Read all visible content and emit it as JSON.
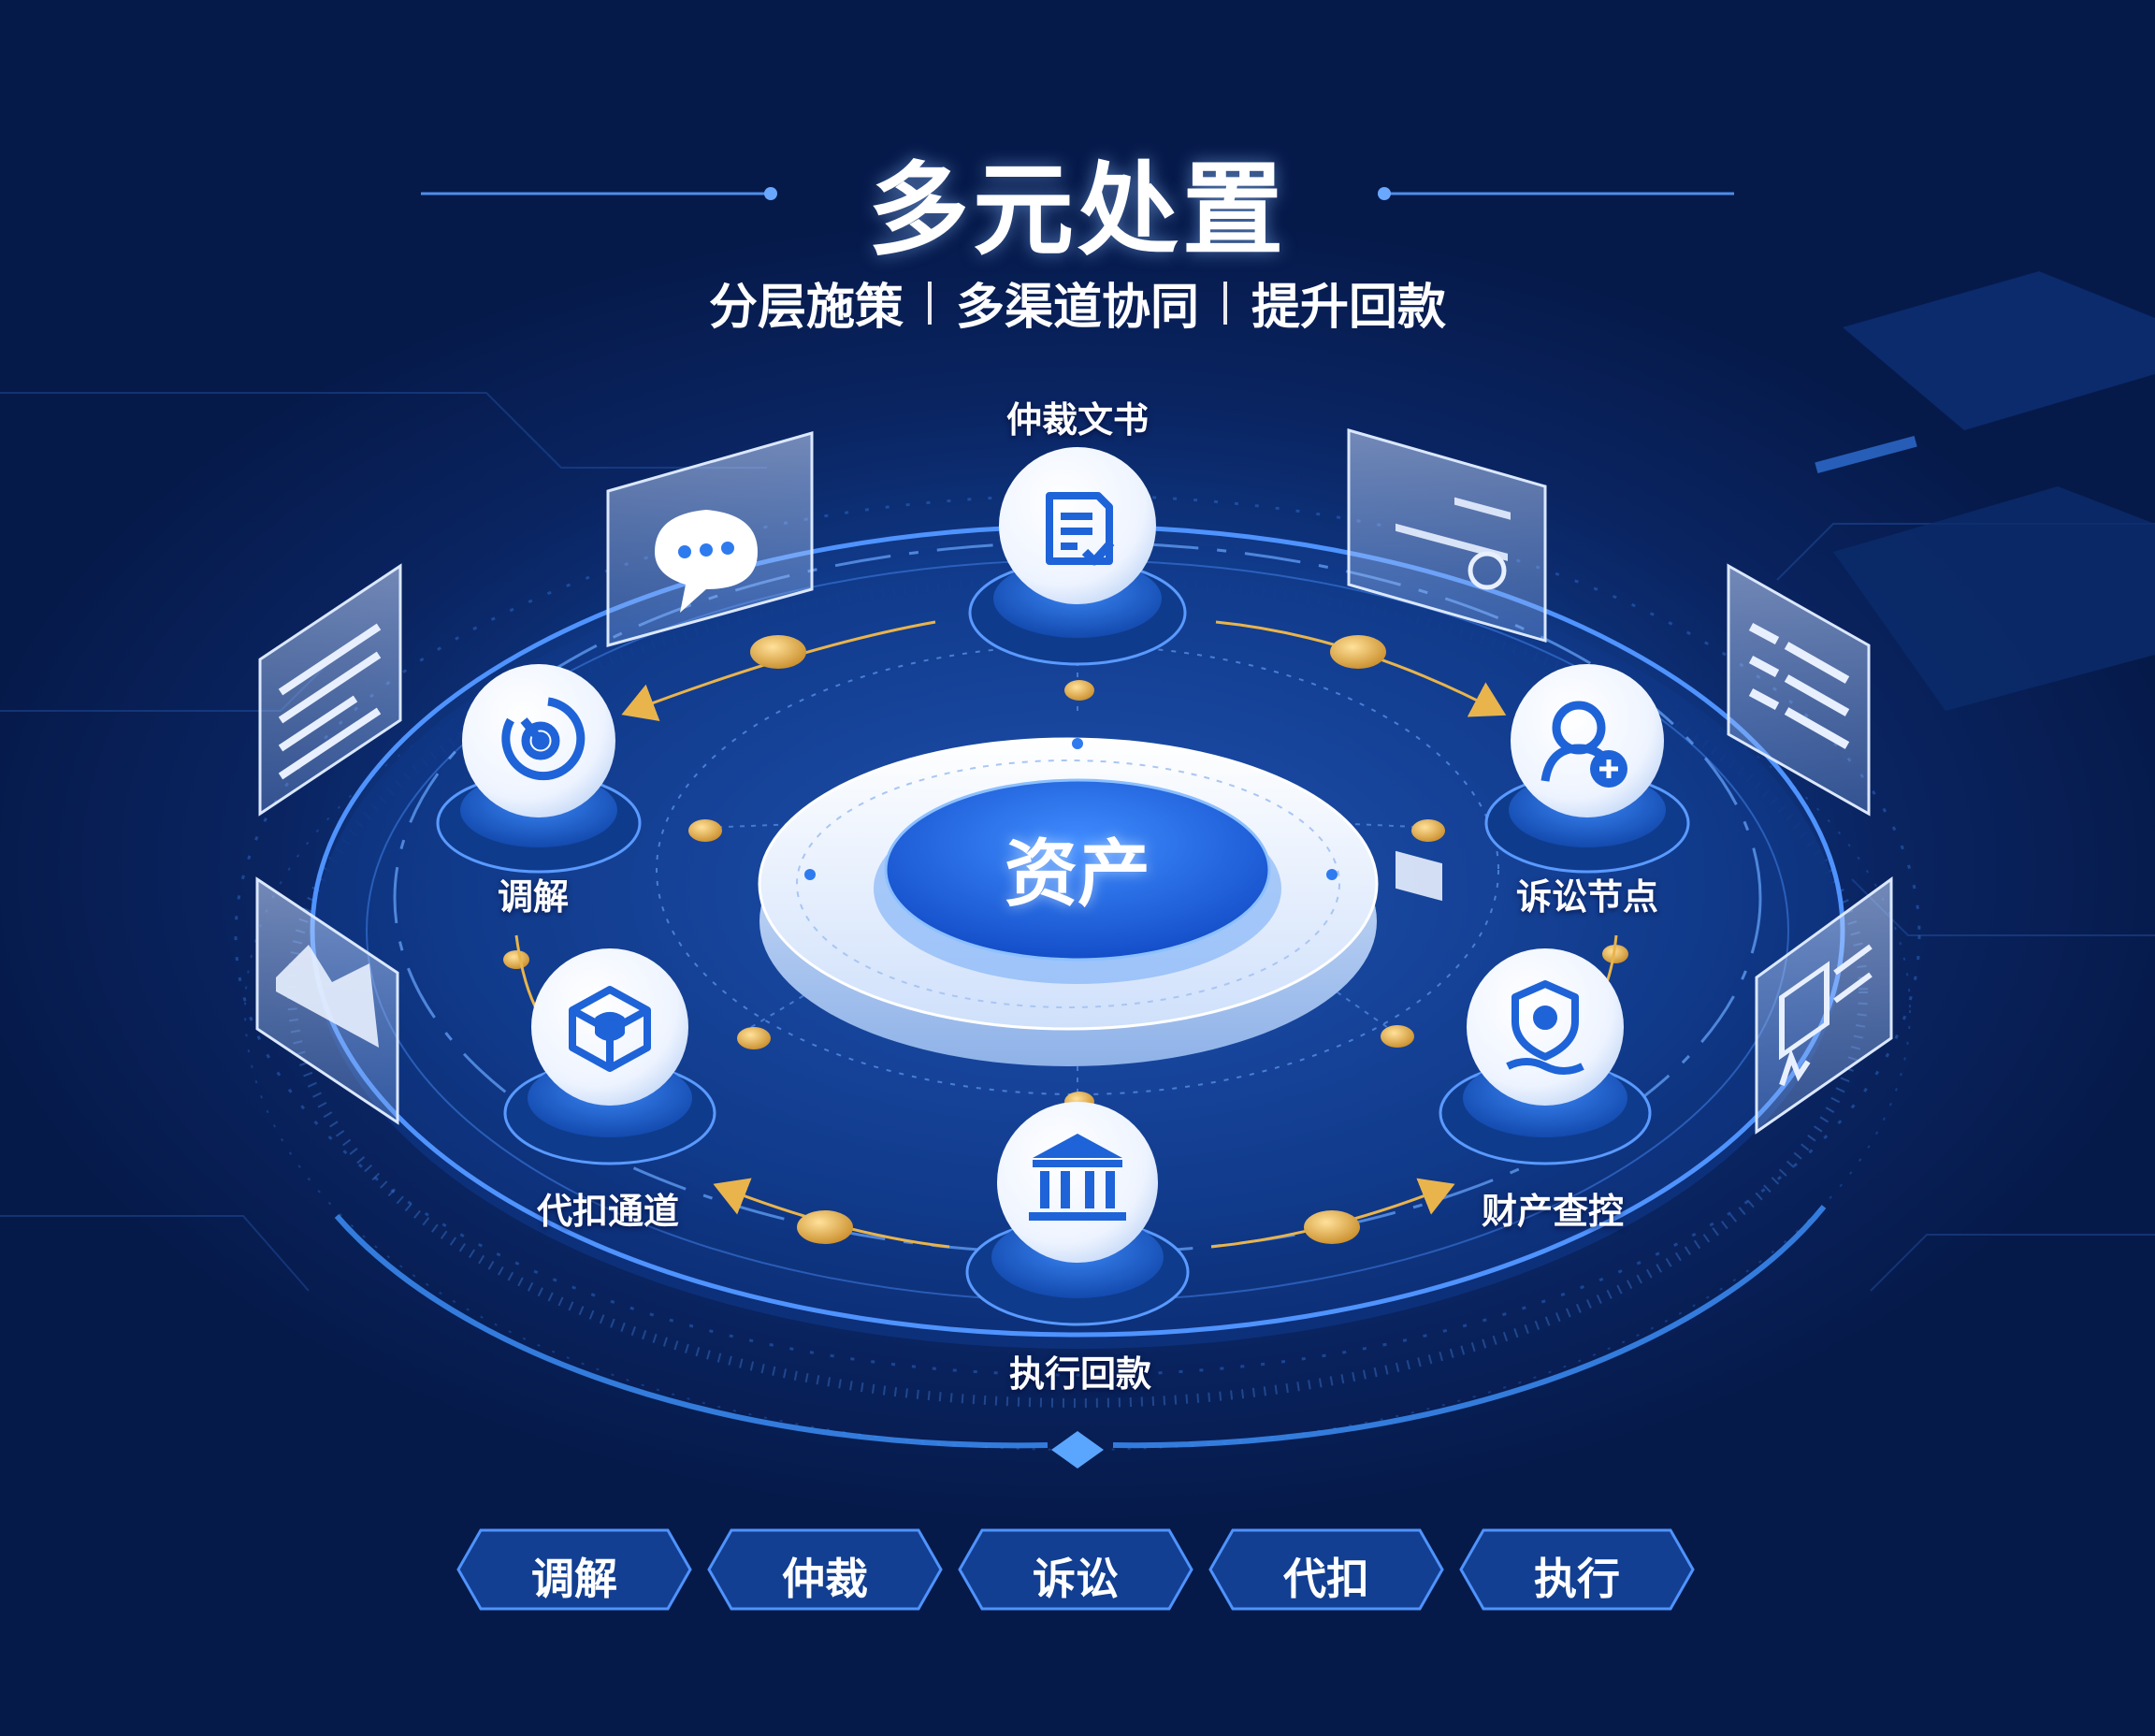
{
  "title": "多元处置",
  "subtitle": [
    "分层施策",
    "多渠道协同",
    "提升回款"
  ],
  "center": {
    "label": "资产"
  },
  "nodes": [
    {
      "label": "仲裁文书",
      "icon": "document-check-icon"
    },
    {
      "label": "诉讼节点",
      "icon": "user-add-icon"
    },
    {
      "label": "财产查控",
      "icon": "shield-location-icon"
    },
    {
      "label": "执行回款",
      "icon": "bank-building-icon"
    },
    {
      "label": "代扣通道",
      "icon": "box-shield-icon"
    },
    {
      "label": "调解",
      "icon": "target-refresh-icon"
    }
  ],
  "tags": [
    "调解",
    "仲裁",
    "诉讼",
    "代扣",
    "执行"
  ],
  "panels": [
    "chat-bubble-icon",
    "id-card-icon",
    "list-document-icon",
    "signature-document-icon",
    "image-document-icon",
    "text-document-icon"
  ],
  "colors": {
    "background": "#0a2563",
    "accent": "#2e7bf0",
    "gold": "#e9b44c",
    "node_fill": "#ffffff"
  }
}
